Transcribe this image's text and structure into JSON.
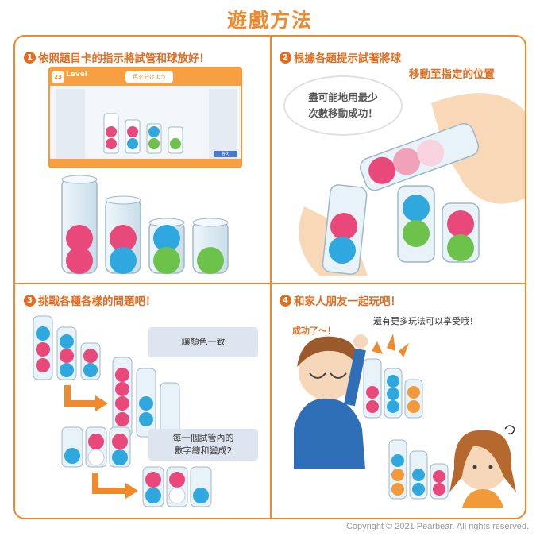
{
  "title": "遊戲方法",
  "steps": [
    {
      "num": "1",
      "text": "依照題目卡的指示將試管和球放好！"
    },
    {
      "num": "2",
      "text": "根據各題提示試著將球",
      "sub": "移動至指定的位置"
    },
    {
      "num": "3",
      "text": "挑戰各種各樣的問題吧！"
    },
    {
      "num": "4",
      "text": "和家人朋友一起玩吧！"
    }
  ],
  "bubble": {
    "line1": "盡可能地用最少",
    "line2": "次數移動成功！"
  },
  "card": {
    "level": "Level",
    "badge": "23",
    "goal": "色を分けよう",
    "button": "答え"
  },
  "labels": {
    "same_color": "讓顏色一致",
    "sum_line1": "每一個試管內的",
    "sum_line2": "數字總和變成2"
  },
  "family": {
    "more_ways": "還有更多玩法可以享受哦！",
    "success": "成功了～！"
  },
  "copyright": "Copyright © 2021 Pearbear. All rights reserved.",
  "colors": {
    "accent": "#f08a2c",
    "pink": "#e8487a",
    "blue": "#2fa8e0",
    "green": "#6cc24a",
    "orange": "#f29a3a"
  }
}
